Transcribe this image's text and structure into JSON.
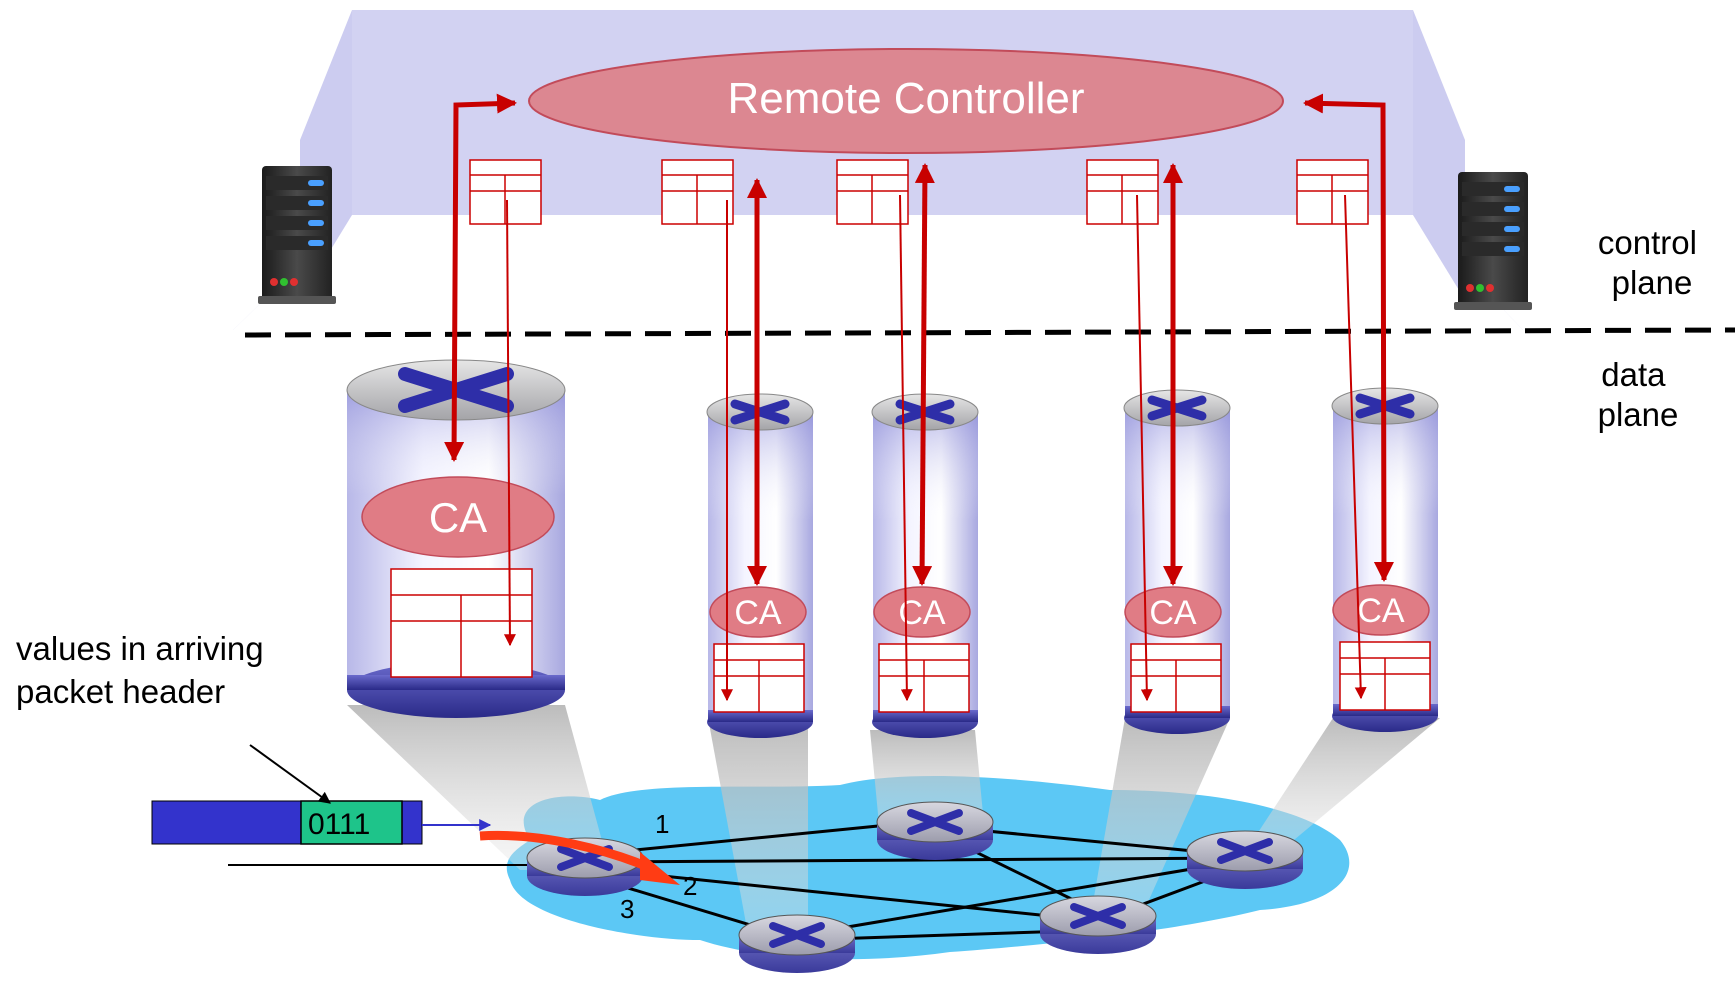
{
  "controller_label": "Remote Controller",
  "agent_label": "CA",
  "plane_labels": {
    "control_line1": "control",
    "control_line2": "plane",
    "data_line1": "data",
    "data_line2": "plane"
  },
  "packet": {
    "annotation_line1": "values in arriving",
    "annotation_line2": "packet header",
    "header_value": "0111"
  },
  "port_labels": [
    "1",
    "2",
    "3"
  ],
  "colors": {
    "control_plane_fill": "#d2d2f2",
    "controller_fill": "#dc8791",
    "agent_fill": "#e07c85",
    "arrow_red": "#c80000",
    "network_cloud": "#5cc8f5",
    "packet_body": "#3333cc",
    "packet_header": "#1ec48a"
  }
}
